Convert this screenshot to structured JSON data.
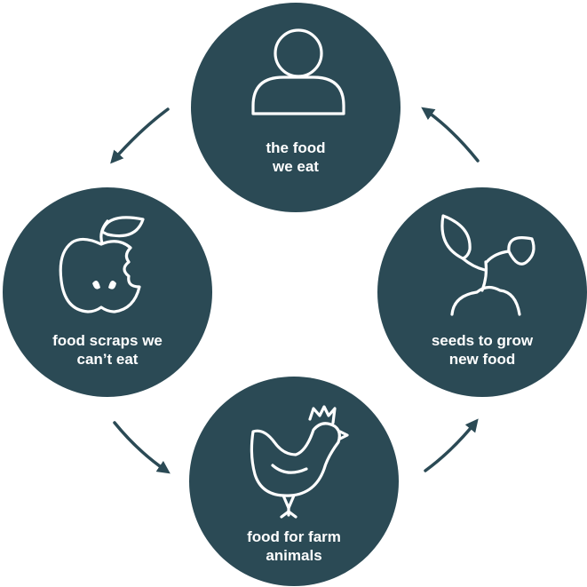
{
  "colors": {
    "circle": "#2b4a55",
    "arrow": "#2b4a55",
    "icon": "#ffffff",
    "text": "#ffffff"
  },
  "nodes": {
    "top": {
      "icon": "person-icon",
      "line1": "the food",
      "line2": "we eat"
    },
    "left": {
      "icon": "apple-icon",
      "line1": "food scraps we",
      "line2": "can’t eat"
    },
    "bottom": {
      "icon": "chicken-icon",
      "line1": "food for farm",
      "line2": "animals"
    },
    "right": {
      "icon": "sprout-icon",
      "line1": "seeds to grow",
      "line2": "new food"
    }
  }
}
